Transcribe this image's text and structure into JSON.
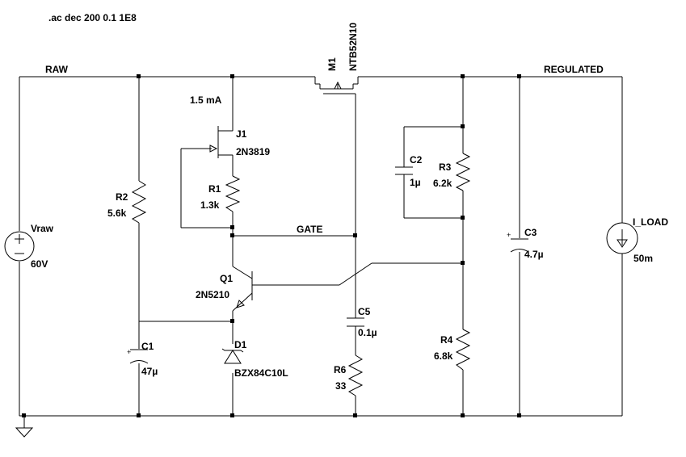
{
  "directive": ".ac dec 200 0.1 1E8",
  "nets": {
    "raw": "RAW",
    "regulated": "REGULATED",
    "gate": "GATE"
  },
  "annotations": {
    "jfet_current": "1.5 mA"
  },
  "components": {
    "vraw": {
      "name": "Vraw",
      "value": "60V"
    },
    "m1": {
      "name": "M1",
      "value": "NTB52N10"
    },
    "j1": {
      "name": "J1",
      "value": "2N3819"
    },
    "r1": {
      "name": "R1",
      "value": "1.3k"
    },
    "r2": {
      "name": "R2",
      "value": "5.6k"
    },
    "q1": {
      "name": "Q1",
      "value": "2N5210"
    },
    "d1": {
      "name": "D1",
      "value": "BZX84C10L"
    },
    "c1": {
      "name": "C1",
      "value": "47µ"
    },
    "c2": {
      "name": "C2",
      "value": "1µ"
    },
    "r3": {
      "name": "R3",
      "value": "6.2k"
    },
    "c3": {
      "name": "C3",
      "value": "4.7µ"
    },
    "r4": {
      "name": "R4",
      "value": "6.8k"
    },
    "c5": {
      "name": "C5",
      "value": "0.1µ"
    },
    "r6": {
      "name": "R6",
      "value": "33"
    },
    "iload": {
      "name": "I_LOAD",
      "value": "50m"
    }
  }
}
